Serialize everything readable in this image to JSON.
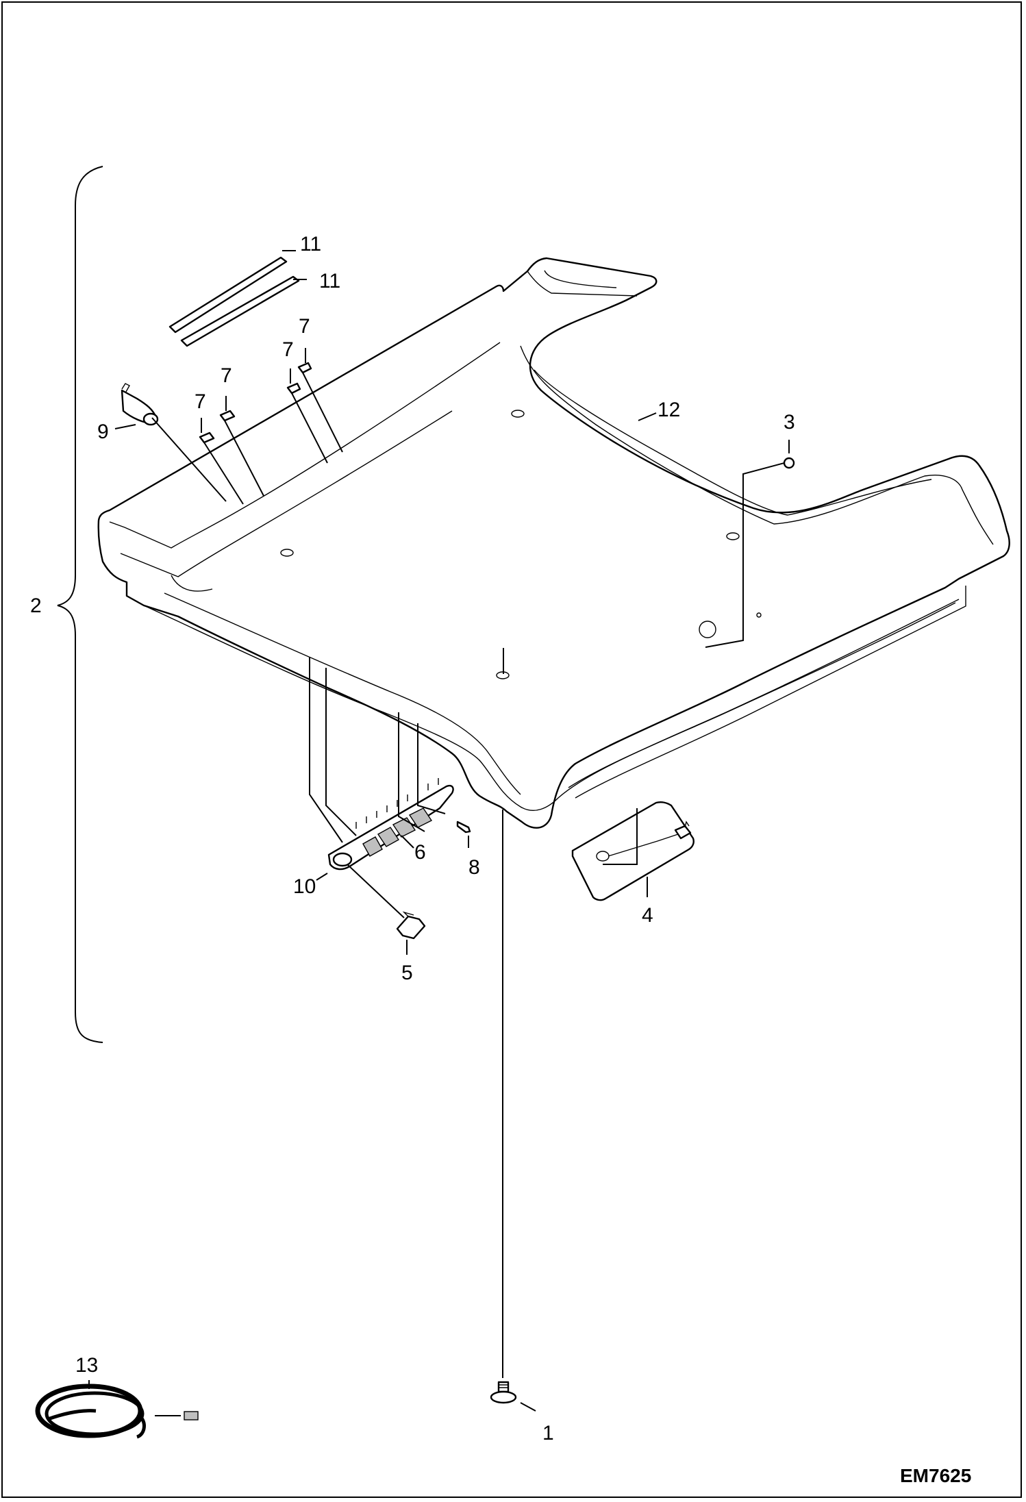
{
  "figure": {
    "drawing_code": "EM7625",
    "callouts": [
      {
        "id": "c1",
        "text": "1"
      },
      {
        "id": "c2",
        "text": "2"
      },
      {
        "id": "c3",
        "text": "3"
      },
      {
        "id": "c4",
        "text": "4"
      },
      {
        "id": "c5",
        "text": "5"
      },
      {
        "id": "c6",
        "text": "6"
      },
      {
        "id": "c7a",
        "text": "7"
      },
      {
        "id": "c7b",
        "text": "7"
      },
      {
        "id": "c7c",
        "text": "7"
      },
      {
        "id": "c7d",
        "text": "7"
      },
      {
        "id": "c8",
        "text": "8"
      },
      {
        "id": "c9",
        "text": "9"
      },
      {
        "id": "c10",
        "text": "10"
      },
      {
        "id": "c11a",
        "text": "11"
      },
      {
        "id": "c11b",
        "text": "11"
      },
      {
        "id": "c12",
        "text": "12"
      },
      {
        "id": "c13",
        "text": "13"
      }
    ]
  },
  "colors": {
    "line": "#000000",
    "background": "#ffffff",
    "shading": "#bfbfbf"
  }
}
